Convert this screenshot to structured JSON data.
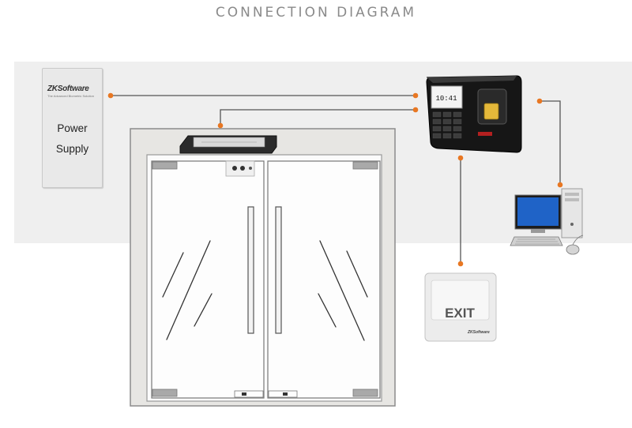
{
  "title": "CONNECTION DIAGRAM",
  "power_supply": {
    "brand": "ZKSoftware",
    "tagline": "The Advanced Biometric Solution",
    "label_line1": "Power",
    "label_line2": "Supply"
  },
  "terminal": {
    "screen_time": "10:41"
  },
  "exit_button": {
    "label": "EXIT",
    "brand": "ZKSoftware"
  },
  "colors": {
    "wire": "#555555",
    "node": "#e87722",
    "band": "#efefef"
  }
}
